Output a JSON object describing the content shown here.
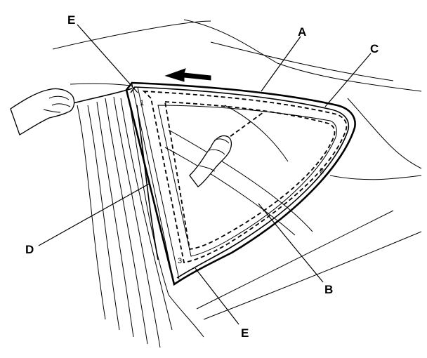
{
  "labels": {
    "a": "A",
    "b": "B",
    "c": "C",
    "d": "D",
    "e_top": "E",
    "e_bottom": "E"
  },
  "small_marks": {
    "corner_top": "1",
    "corner_middle": "2",
    "corner_bottom": "3"
  },
  "colors": {
    "line": "#000000",
    "background": "#ffffff"
  }
}
